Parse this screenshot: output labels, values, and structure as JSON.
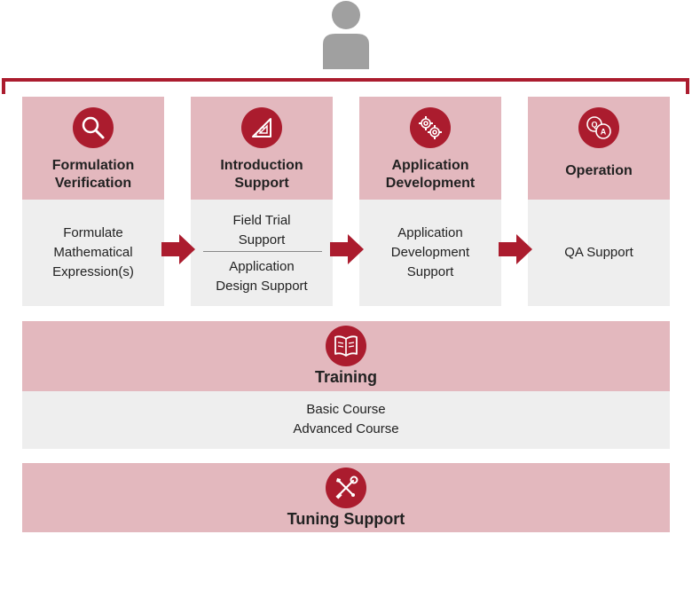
{
  "phases": [
    {
      "title": "Formulation\nVerification",
      "icon": "magnifier-icon",
      "body": "Formulate\nMathematical\nExpression(s)"
    },
    {
      "title": "Introduction\nSupport",
      "icon": "ruler-triangle-icon",
      "body_top": "Field Trial\nSupport",
      "body_bottom": "Application\nDesign Support"
    },
    {
      "title": "Application\nDevelopment",
      "icon": "gears-icon",
      "body": "Application\nDevelopment\nSupport"
    },
    {
      "title": "Operation",
      "icon": "qa-bubbles-icon",
      "body": "QA Support"
    }
  ],
  "training": {
    "title": "Training",
    "icon": "open-book-icon",
    "courses": [
      "Basic Course",
      "Advanced Course"
    ]
  },
  "tuning": {
    "title": "Tuning Support",
    "icon": "wrench-screwdriver-icon"
  },
  "colors": {
    "accent": "#ab1c2e",
    "header_pink": "#e3b8be",
    "body_gray": "#eeeeee",
    "person_gray": "#a0a0a0"
  }
}
